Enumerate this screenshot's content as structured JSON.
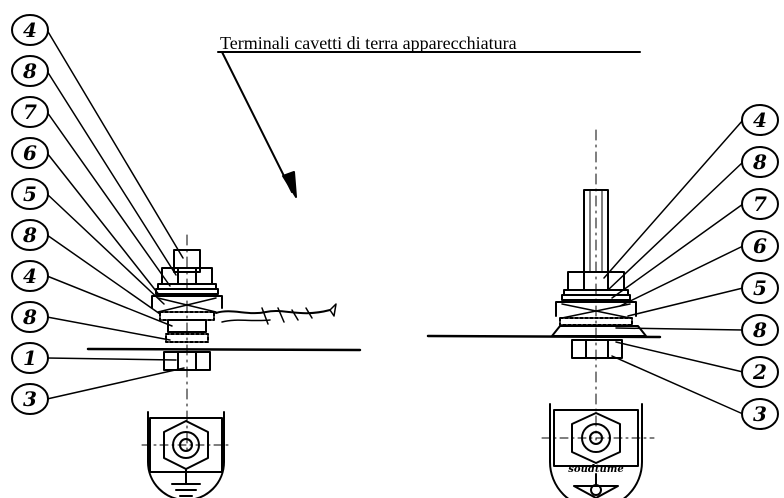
{
  "title": "Terminali cavetti di terra apparecchiatura",
  "left_assembly": {
    "callouts": [
      "4",
      "8",
      "7",
      "6",
      "5",
      "8",
      "4",
      "8",
      "1",
      "3"
    ]
  },
  "right_assembly": {
    "callouts": [
      "4",
      "8",
      "7",
      "6",
      "5",
      "8",
      "2",
      "3"
    ],
    "lug_stamp": "soudtume"
  },
  "colors": {
    "ink": "#000000",
    "paper": "#ffffff"
  }
}
